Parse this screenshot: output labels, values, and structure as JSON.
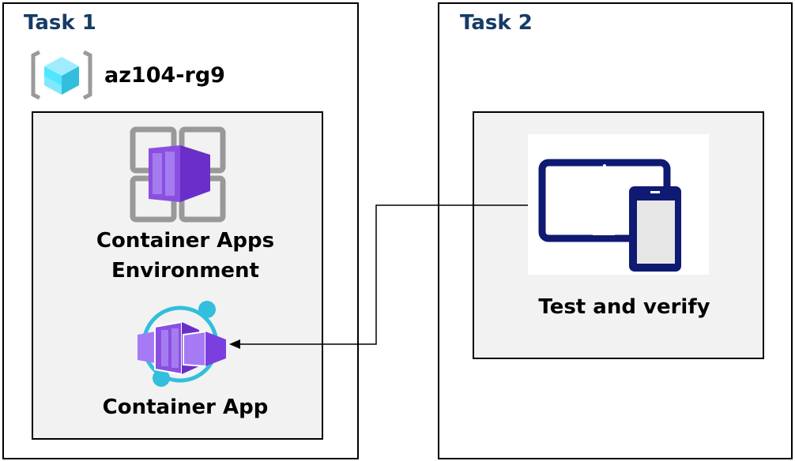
{
  "task1": {
    "title": "Task 1",
    "resource_group": "az104-rg9",
    "environment_label_line1": "Container Apps",
    "environment_label_line2": "Environment",
    "app_label": "Container App"
  },
  "task2": {
    "title": "Task 2",
    "test_label": "Test and verify"
  },
  "colors": {
    "title": "#173b67",
    "panel": "#f2f2f2",
    "container_purple": "#8a4fe0",
    "device_navy": "#0f1a73",
    "cube_cyan": "#50e6ff",
    "ring_cyan": "#32bedd"
  }
}
